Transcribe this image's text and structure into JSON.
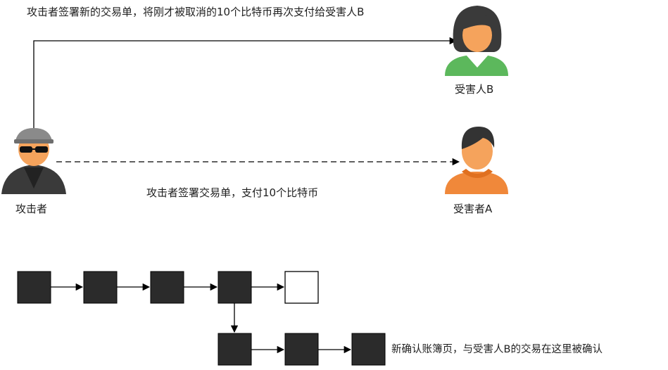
{
  "labels": {
    "top_annotation": "攻击者签署新的交易单，将刚才被取消的10个比特币再次支付给受害人B",
    "middle_annotation": "攻击者签署交易单，支付10个比特币",
    "victim_b": "受害人B",
    "victim_a": "受害者A",
    "attacker": "攻击者",
    "new_chain_note": "新确认账簿页，与受害人B的交易在这里被确认"
  },
  "colors": {
    "block_filled": "#2b2b2b",
    "block_empty": "#ffffff",
    "victim_b_shirt": "#5cb85c",
    "victim_a_hoodie": "#f0883a",
    "attacker_coat": "#3a3a3a"
  },
  "icons": {
    "attacker": "attacker-avatar-icon",
    "victim_b": "female-user-icon",
    "victim_a": "male-user-hoodie-icon"
  }
}
